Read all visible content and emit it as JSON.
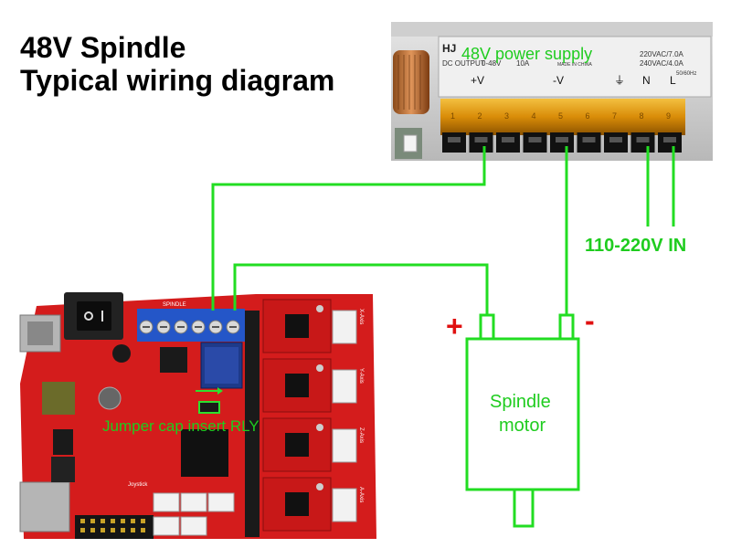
{
  "title": {
    "line1": "48V Spindle",
    "line2": "Typical wiring diagram"
  },
  "power_supply": {
    "label": "48V power supply",
    "model_text": "HJ",
    "dc_output": "DC OUTPUT",
    "voltage_rating": "0-48V",
    "current_rating": "10A",
    "made_in": "MADE IN CHINA",
    "input_rating_1": "220VAC/7.0A",
    "input_rating_2": "240VAC/4.0A",
    "frequency": "50/60Hz",
    "terminals": [
      "+V",
      "-V",
      "⏚",
      "N",
      "L"
    ],
    "terminal_numbers": [
      "1",
      "2",
      "3",
      "4",
      "5",
      "6",
      "7",
      "8",
      "9"
    ]
  },
  "ac_input_label": "110-220V IN",
  "motor": {
    "label_line1": "Spindle",
    "label_line2": "motor",
    "plus_sign": "+",
    "minus_sign": "-"
  },
  "board": {
    "jumper_label": "Jumper cap insert RLY",
    "terminal_label": "SPINDLE",
    "axis_labels": [
      "X-Axis",
      "Y-Axis",
      "Z-Axis",
      "A-Axis"
    ],
    "joystick_label": "Joystick"
  },
  "colors": {
    "wire": "#22dd22",
    "label_green": "#1fcc1f",
    "polarity_red": "#e01010",
    "board_red": "#d41c1c",
    "terminal_blue": "#2456c8",
    "psu_amber": "#e8a30f"
  }
}
